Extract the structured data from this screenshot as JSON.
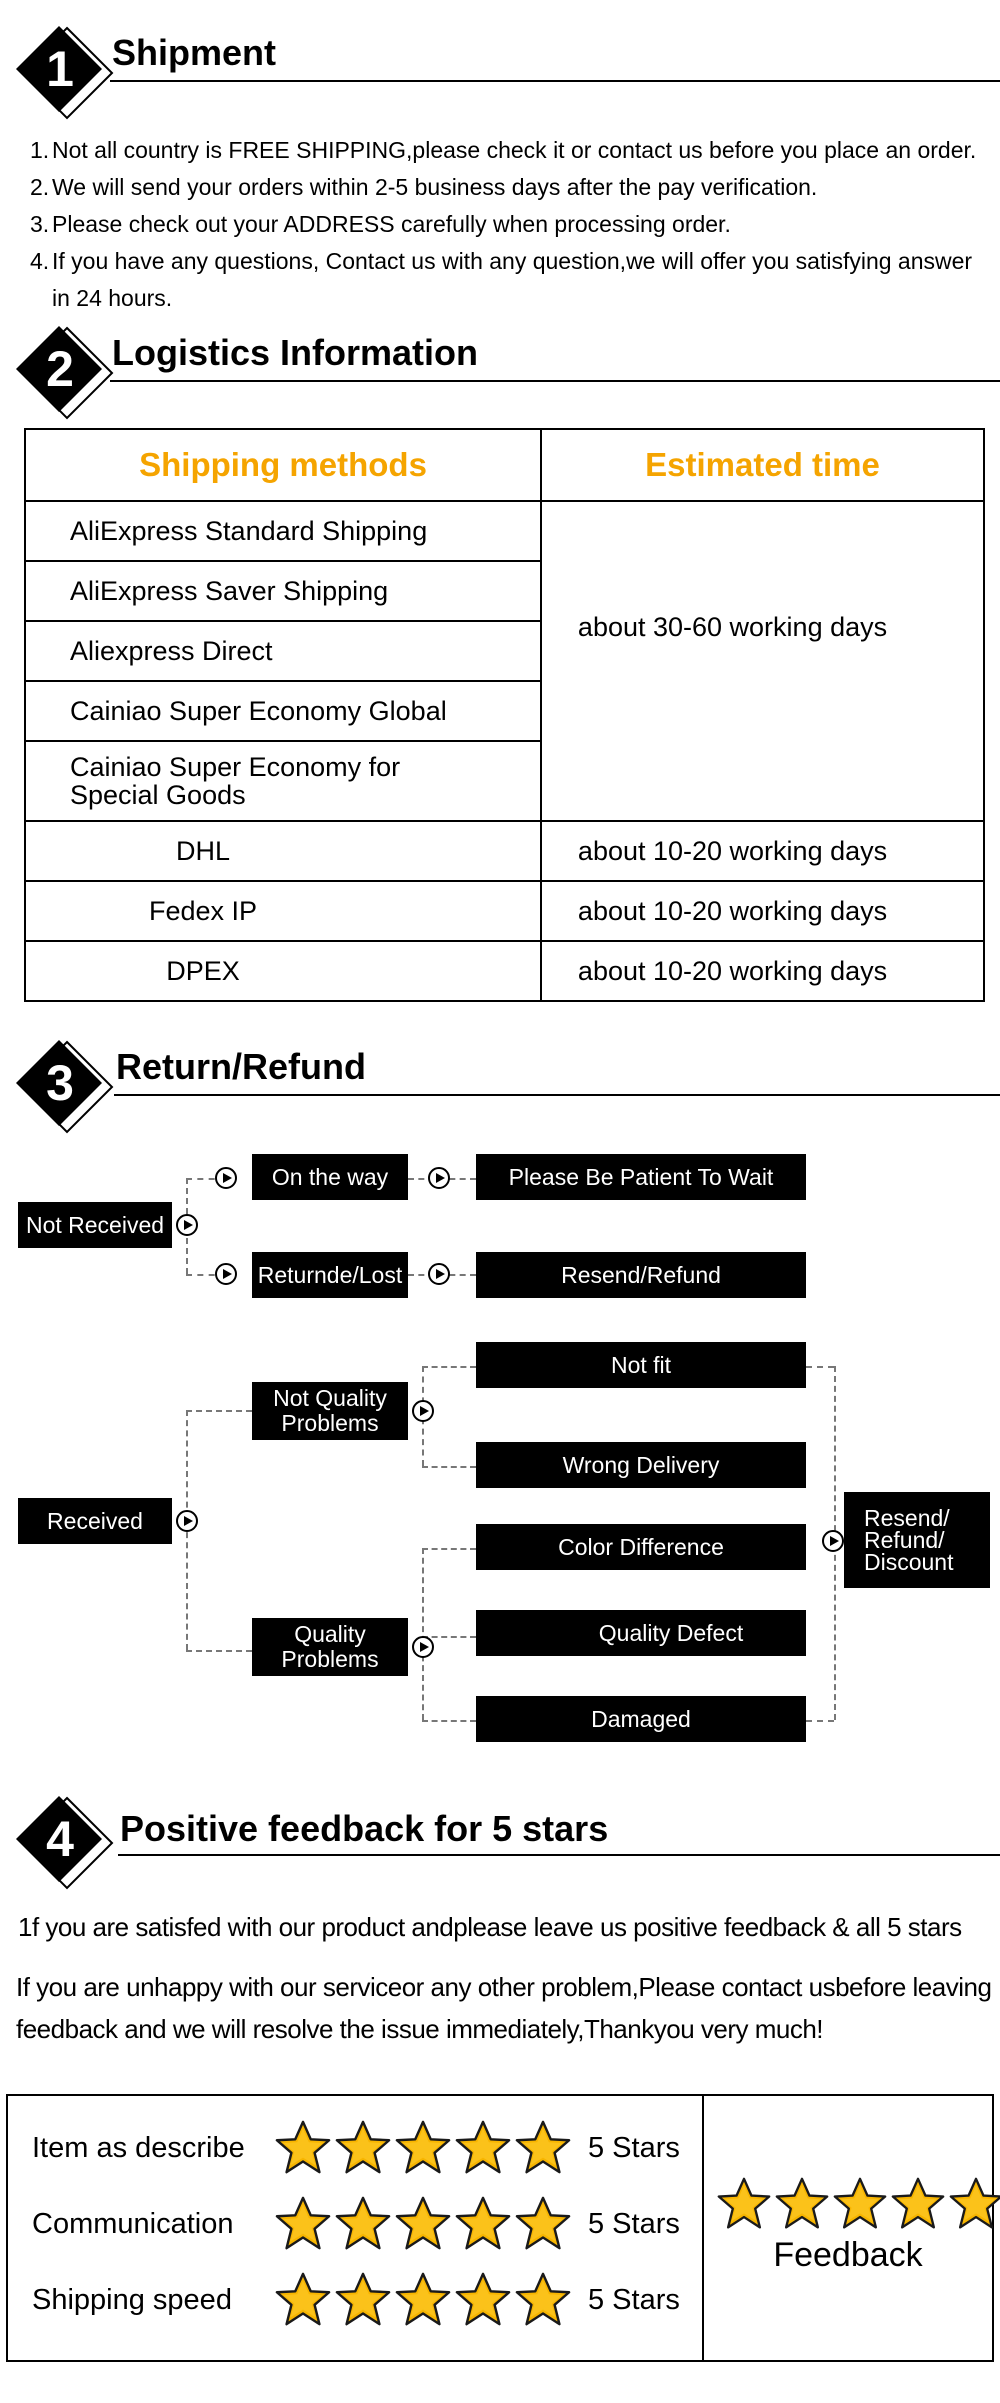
{
  "sections": {
    "shipment": {
      "number": "1",
      "title": "Shipment"
    },
    "logistics": {
      "number": "2",
      "title": "Logistics Information"
    },
    "returns": {
      "number": "3",
      "title": "Return/Refund"
    },
    "feedback": {
      "number": "4",
      "title": "Positive feedback for 5 stars"
    }
  },
  "shipment_items": [
    {
      "num": "1.",
      "text": "Not all country is FREE SHIPPING,please check it or contact us before you place an order."
    },
    {
      "num": "2.",
      "text": "We will send your orders within 2-5 business days after the pay verification."
    },
    {
      "num": "3.",
      "text": "Please check out your ADDRESS carefully when processing order."
    },
    {
      "num": "4.",
      "text": "If you have any questions, Contact us with any question,we will offer you satisfying answer in 24 hours."
    }
  ],
  "logistics_table": {
    "headers": [
      "Shipping methods",
      "Estimated time"
    ],
    "grouped_methods": [
      "AliExpress Standard Shipping",
      "AliExpress Saver Shipping",
      "Aliexpress Direct",
      "Cainiao Super Economy Global",
      "Cainiao Super Economy for Special Goods"
    ],
    "grouped_time": "about 30-60 working days",
    "express": [
      {
        "method": "DHL",
        "time": "about  10-20 working days"
      },
      {
        "method": "Fedex IP",
        "time": "about  10-20 working days"
      },
      {
        "method": "DPEX",
        "time": "about  10-20 working days"
      }
    ]
  },
  "flow": {
    "not_received": "Not Received",
    "on_the_way": "On the way",
    "wait": "Please Be Patient To Wait",
    "lost": "Returnde/Lost",
    "resend_refund": "Resend/Refund",
    "received": "Received",
    "not_quality": "Not Quality Problems",
    "not_fit": "Not fit",
    "wrong_delivery": "Wrong Delivery",
    "quality": "Quality Problems",
    "color_diff": "Color Difference",
    "quality_defect": "Quality Defect",
    "damaged": "Damaged",
    "final": "Resend/ Refund/ Discount"
  },
  "feedback_text": {
    "line1": "1f you are satisfed with our product andplease leave us positive feedback & all 5 stars",
    "line2": "If you are unhappy with our serviceor any other problem,Please contact usbefore leaving feedback and we will resolve the issue immediately,Thankyou very much!"
  },
  "ratings": [
    {
      "label": "Item as describe",
      "value": "5 Stars",
      "stars": 5
    },
    {
      "label": "Communication",
      "value": "5 Stars",
      "stars": 5
    },
    {
      "label": "Shipping speed",
      "value": "5 Stars",
      "stars": 5
    }
  ],
  "feedback_box": {
    "label": "Feedback",
    "stars": 5
  },
  "colors": {
    "header_text": "#f5a400",
    "star_fill": "#f7b500",
    "star_stroke": "#1a1a1a"
  }
}
